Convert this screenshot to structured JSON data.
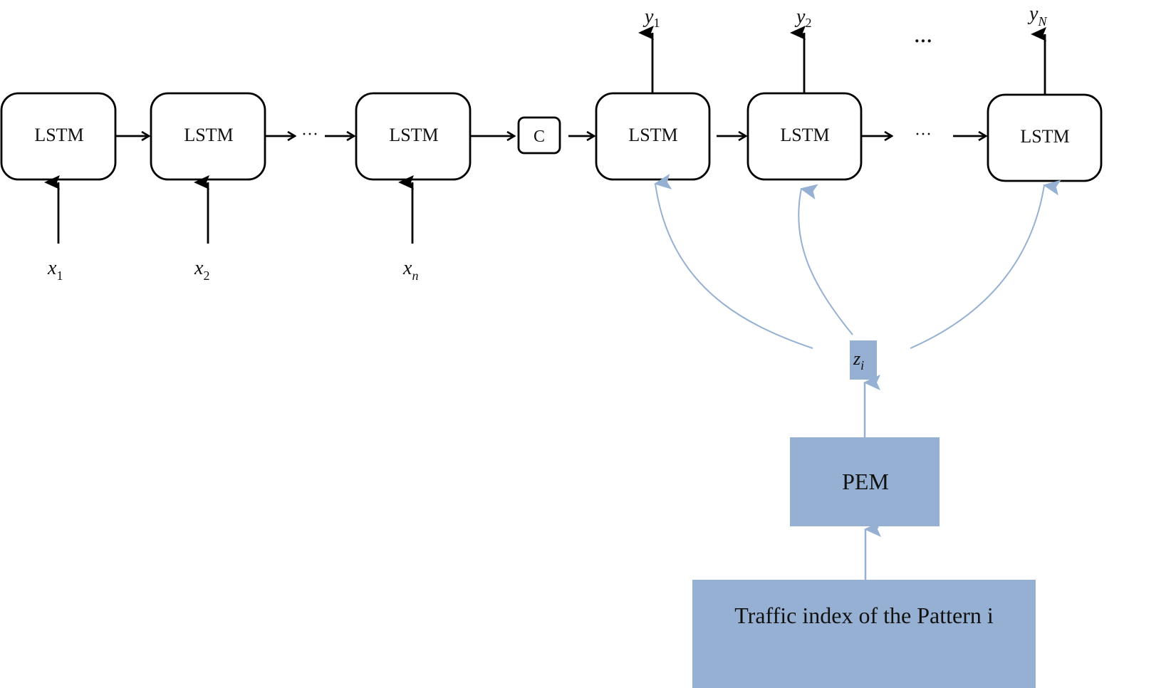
{
  "encoder": {
    "cells": [
      {
        "label": "LSTM",
        "input": "x",
        "input_sub": "1"
      },
      {
        "label": "LSTM",
        "input": "x",
        "input_sub": "2"
      },
      {
        "label": "LSTM",
        "input": "x",
        "input_sub": "n"
      }
    ],
    "ellipsis": "···"
  },
  "context": {
    "label": "C"
  },
  "decoder": {
    "cells": [
      {
        "label": "LSTM",
        "output": "y",
        "output_sub": "1"
      },
      {
        "label": "LSTM",
        "output": "y",
        "output_sub": "2"
      },
      {
        "label": "LSTM",
        "output": "y",
        "output_sub": "N"
      }
    ],
    "ellipsis": "···",
    "top_ellipsis": "···"
  },
  "pattern": {
    "z_label": "z",
    "z_sub": "i",
    "pem_label": "PEM",
    "input_label": "Traffic index of the Pattern i"
  },
  "colors": {
    "stroke": "#000000",
    "accent_fill": "#95b0d2",
    "accent_line": "#95b0d2"
  }
}
